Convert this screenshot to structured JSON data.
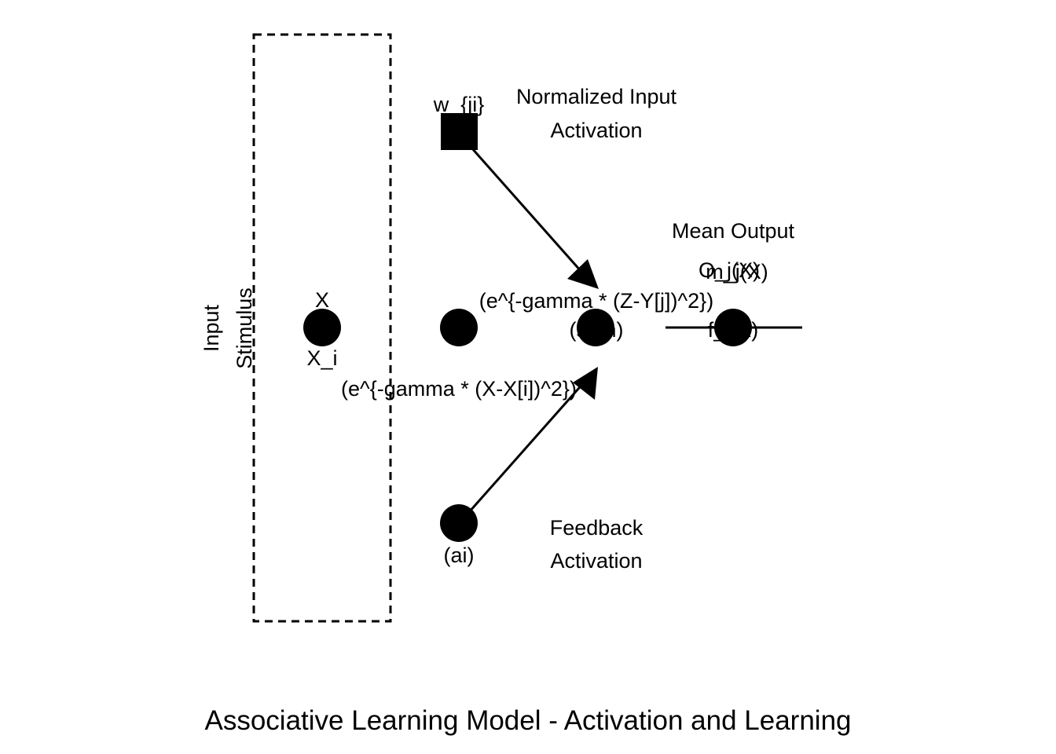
{
  "diagram": {
    "title": "Associative Learning Model - Activation and Learning",
    "input_box": {
      "label_line1": "Input",
      "label_line2": "Stimulus"
    },
    "input_node": {
      "label_top": "X",
      "label_bottom": "X_i"
    },
    "weight_node": {
      "label": "w_{ji}"
    },
    "normalized_input": {
      "line1": "Normalized Input",
      "line2": "Activation"
    },
    "feedback_node": {
      "label": "(ai)"
    },
    "feedback_activation": {
      "line1": "Feedback",
      "line2": "Activation"
    },
    "sum_node": {
      "label": "(sum)",
      "upper_formula": "(e^{-gamma * (Z-Y[j])^2})",
      "lower_formula": "(e^{-gamma * (X-X[i])^2})"
    },
    "output_node": {
      "title": "Mean Output",
      "label_a": "O_j(X)",
      "label_b": "m_j(X)",
      "label_c": "f_j(X)"
    }
  }
}
